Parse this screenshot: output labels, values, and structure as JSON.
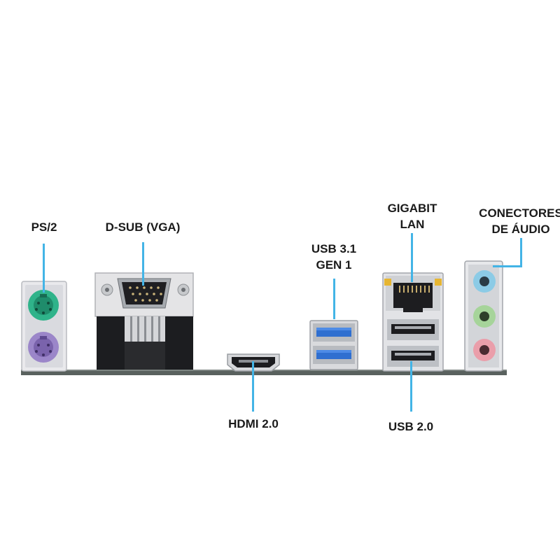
{
  "labels": {
    "ps2": "PS/2",
    "dsub": "D-SUB (VGA)",
    "usb31_line1": "USB 3.1",
    "usb31_line2": "GEN 1",
    "lan_line1": "GIGABIT",
    "lan_line2": "LAN",
    "audio_line1": "CONECTORES",
    "audio_line2": "DE ÁUDIO",
    "hdmi": "HDMI 2.0",
    "usb20": "USB 2.0"
  },
  "colors": {
    "leader": "#43b4e6",
    "ps2_keyboard": "#2fb38a",
    "ps2_mouse": "#9b86c9",
    "usb3_blue": "#2f6fd0",
    "audio_blue": "#8ccbe6",
    "audio_green": "#a6d49a",
    "audio_pink": "#ea9eaa",
    "pcb": "#59615e"
  }
}
